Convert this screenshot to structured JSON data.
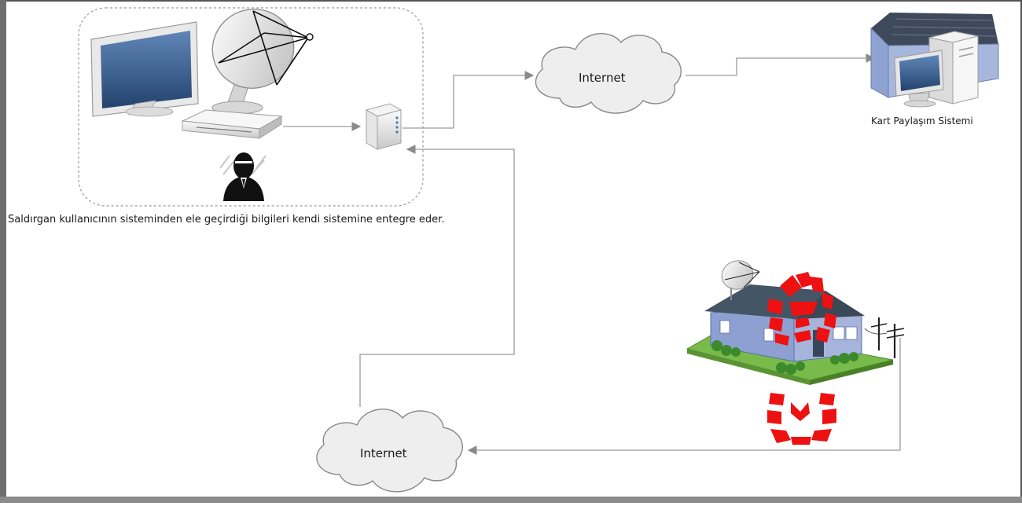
{
  "diagram": {
    "cloud_top_label": "Internet",
    "cloud_bottom_label": "Internet",
    "server_label": "Kart Paylaşım Sistemi",
    "attacker_caption": "Saldırgan kullanıcının sisteminden ele geçirdiği bilgileri kendi sistemine entegre eder.",
    "colors": {
      "frame_border": "#555555",
      "connector": "#9a9a9a",
      "footprint_red": "#ee1111",
      "cloud_fill": "#eeeeee",
      "cloud_stroke": "#888888",
      "screen_blue": "#3a5f8f",
      "house_blue": "#8ea0d2",
      "roof": "#445566",
      "grass": "#78bb4a"
    },
    "icons": [
      "monitor-icon",
      "satellite-dish-icon",
      "set-top-box-icon",
      "router-icon",
      "attacker-icon",
      "cloud-icon",
      "server-building-icon",
      "house-icon",
      "footprint-icon",
      "utility-pole-icon"
    ]
  }
}
